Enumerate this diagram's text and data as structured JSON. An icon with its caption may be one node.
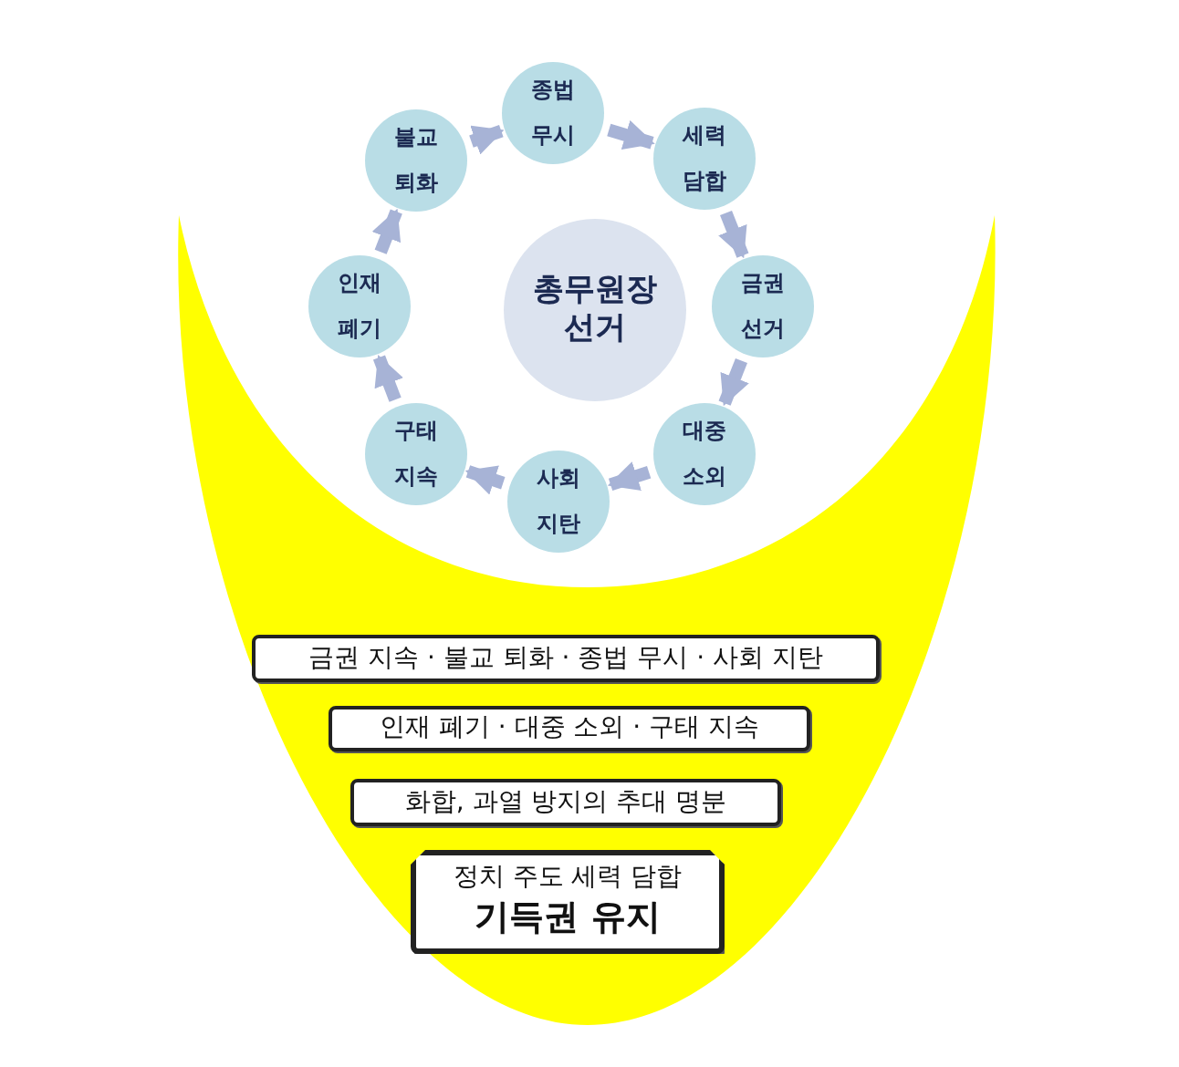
{
  "diagram": {
    "nodes": [
      {
        "text": [
          "총무원장 선거"
        ]
      },
      {
        "text": [
          "종법 무시"
        ]
      },
      {
        "text": [
          "세력 담합"
        ]
      },
      {
        "text": [
          "금권 선거"
        ]
      },
      {
        "text": [
          "대중 소외"
        ]
      },
      {
        "text": [
          "사회 지탄"
        ]
      },
      {
        "text": [
          "구태 지속"
        ]
      },
      {
        "text": [
          "인재 폐기"
        ]
      },
      {
        "text": [
          "불교 퇴화"
        ]
      },
      {
        "text": [
          "금권 지속 · 불교 퇴화 · 종법 무시 · 사회 지탄"
        ]
      },
      {
        "text": [
          "인재 폐기 · 대중 소외 · 구태 지속"
        ]
      },
      {
        "text": [
          "화합, 과열 방지의 추대 명분"
        ]
      },
      {
        "text": [
          "정치 주도 세력 담합",
          "기득권 유지"
        ]
      }
    ],
    "edges": [
      {
        "from": 1,
        "to": 2,
        "arrow": "to"
      },
      {
        "from": 2,
        "to": 3,
        "arrow": "to"
      },
      {
        "from": 3,
        "to": 4,
        "arrow": "to"
      },
      {
        "from": 4,
        "to": 5,
        "arrow": "to"
      },
      {
        "from": 5,
        "to": 6,
        "arrow": "to"
      },
      {
        "from": 6,
        "to": 7,
        "arrow": "to"
      },
      {
        "from": 7,
        "to": 8,
        "arrow": "to"
      },
      {
        "from": 8,
        "to": 1,
        "arrow": "to"
      }
    ]
  }
}
